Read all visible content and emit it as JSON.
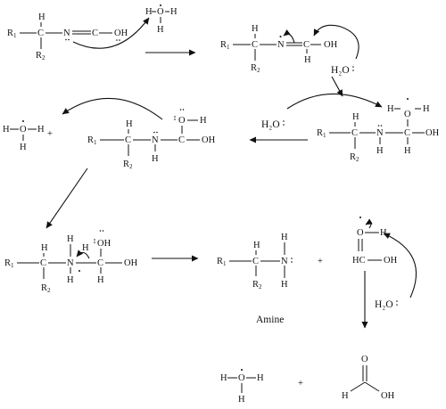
{
  "labels": {
    "r1": "R",
    "r1_sub": "1",
    "r2": "R",
    "r2_sub": "2",
    "c": "C",
    "n": "N",
    "h": "H",
    "o": "O",
    "oh": "OH",
    "o_colon": "O",
    "oh_bare": "OH",
    "water": "H₂O",
    "plus": "+",
    "amine": "Amine",
    "hc": "HC",
    "nh_colon": "N"
  },
  "colors": {
    "ink": "#111111",
    "background": "#ffffff"
  }
}
